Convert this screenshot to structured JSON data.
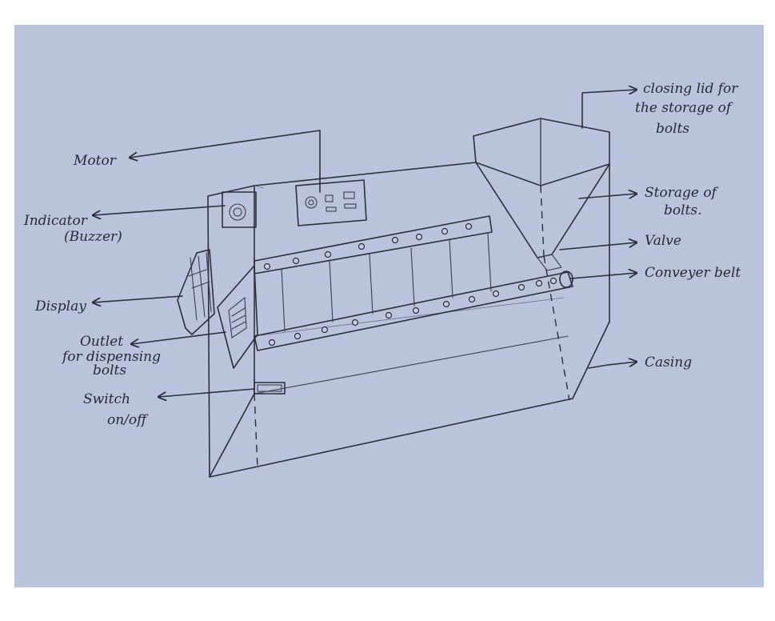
{
  "labels": {
    "motor": "Motor",
    "indicator_1": "Indicator",
    "indicator_2": "(Buzzer)",
    "display": "Display",
    "outlet_1": "Outlet",
    "outlet_2": "for dispensing",
    "outlet_3": "bolts",
    "switch_1": "Switch",
    "switch_2": "on/off",
    "lid_1": "closing lid for",
    "lid_2": "the storage of",
    "lid_3": "bolts",
    "storage_1": "Storage of",
    "storage_2": "bolts.",
    "valve": "Valve",
    "conveyor": "Conveyer belt",
    "casing": "Casing"
  },
  "colors": {
    "paper": "#b9c3dc",
    "ink": "#2b2f3a",
    "background": "#ffffff"
  }
}
